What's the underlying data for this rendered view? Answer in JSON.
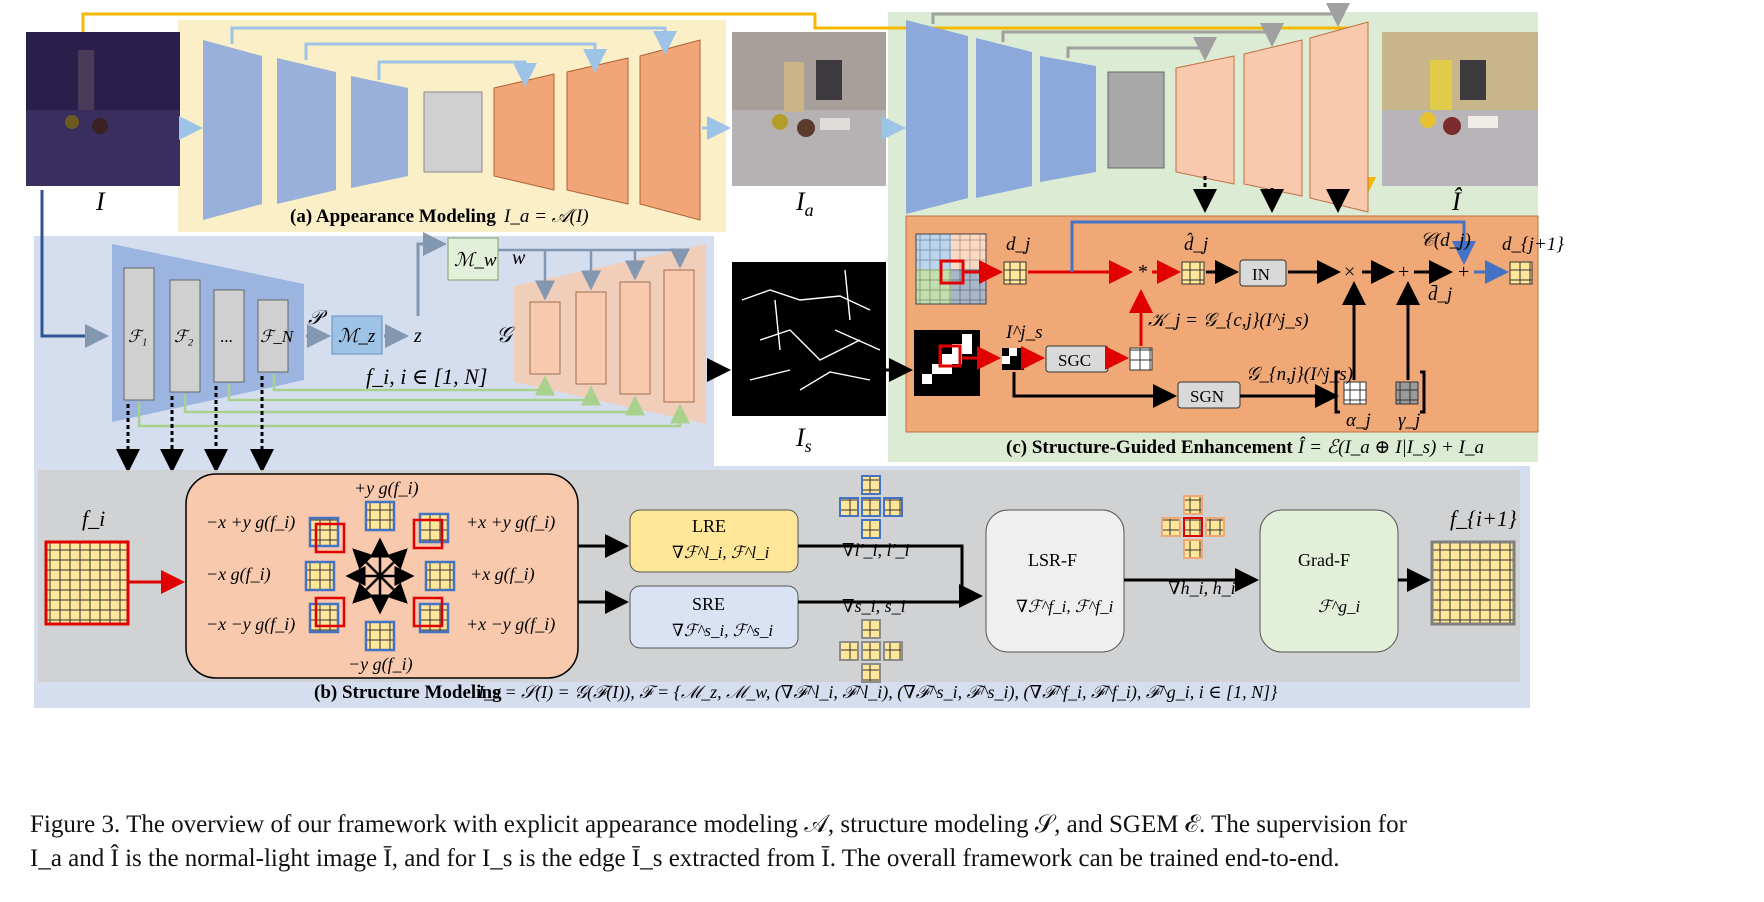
{
  "figure": {
    "labels": {
      "input": "I",
      "appearance": "I",
      "appearance_sub": "a",
      "structure": "I",
      "structure_sub": "s",
      "output": "Î"
    },
    "appearance_modeling": {
      "title_bold": "(a) Appearance Modeling",
      "equation": "I_a = 𝒜(I)"
    },
    "structure_modeling": {
      "features": [
        "ℱ₁",
        "ℱ₂",
        "...",
        "ℱ_N"
      ],
      "P_label": "𝒫",
      "Mz_label": "ℳ_z",
      "z_label": "z",
      "Mw_label": "ℳ_w",
      "w_label": "w",
      "G_label": "𝒢",
      "fi_range": "f_i, i ∈ [1, N]",
      "title_bold": "(b) Structure Modeling",
      "equation": "I_s = 𝒮(I) = 𝒢(ℱ(I)), ℱ = {ℳ_z, ℳ_w, (∇ℱ^l_i, ℱ^l_i), (∇ℱ^s_i, ℱ^s_i), (∇ℱ^f_i, ℱ^f_i), ℱ^g_i, i ∈ [1, N]}"
    },
    "detail": {
      "fi": "f_i",
      "fi1": "f_{i+1}",
      "dir_ul": "−x +y g(f_i)",
      "dir_u": "+y g(f_i)",
      "dir_ur": "+x +y g(f_i)",
      "dir_l": "−x g(f_i)",
      "dir_r": "+x g(f_i)",
      "dir_dl": "−x −y g(f_i)",
      "dir_d": "−y g(f_i)",
      "dir_dr": "+x −y g(f_i)",
      "lre_title": "LRE",
      "lre_sub": "∇ℱ^l_i, ℱ^l_i",
      "sre_title": "SRE",
      "sre_sub": "∇ℱ^s_i, ℱ^s_i",
      "lsrf_title": "LSR-F",
      "lsrf_sub": "∇ℱ^f_i, ℱ^f_i",
      "gradf_title": "Grad-F",
      "gradf_sub": "ℱ^g_i",
      "l_out": "∇l′_i, l′_i",
      "s_out": "∇s_i, s_i",
      "h_out": "∇h_i, h_i"
    },
    "sgem": {
      "dj": "d_j",
      "dhat": "d̂_j",
      "in_label": "IN",
      "Cdj": "𝒞(d_j)",
      "dj1": "d_{j+1}",
      "dbar": "d̄_j",
      "Is_j": "I^j_s",
      "Kj": "𝒦_j = 𝒢_{c,j}(I^j_s)",
      "sgc_label": "SGC",
      "sgn_label": "SGN",
      "Gnj": "𝒢_{n,j}(I^j_s)",
      "alpha": "α_j",
      "gamma": "γ_j",
      "op_star": "*",
      "op_times": "×",
      "op_plus1": "+",
      "op_plus2": "+",
      "title_bold": "(c) Structure-Guided Enhancement",
      "equation": "Î = ℰ(I_a ⊕ I|I_s) + I_a"
    }
  },
  "caption": {
    "line1": "Figure 3. The overview of our framework with explicit appearance modeling 𝒜, structure modeling 𝒮, and SGEM ℰ. The supervision for",
    "line2": "I_a and Î is the normal-light image Ī, and for I_s is the edge Ī_s extracted from Ī. The overall framework can be trained end-to-end."
  },
  "colors": {
    "appearance_bg": "#fbefc8",
    "structure_bg": "#d4deef",
    "enhance_bg": "#dcebd3",
    "encoder": "#8da9dc",
    "decoder_orange": "#f1a67a",
    "decoder_light": "#f8c9ad",
    "bottleneck": "#d0d0d0",
    "sgem_panel": "#f0a877",
    "lre": "#ffe699",
    "sre": "#dae3f3",
    "gradf": "#e2efd9",
    "arrow_red": "#e00000",
    "arrow_blue": "#4472c4",
    "arrow_yellow": "#f5b800",
    "skip_blue": "#9dc3e6",
    "skip_green": "#a9d18e"
  }
}
